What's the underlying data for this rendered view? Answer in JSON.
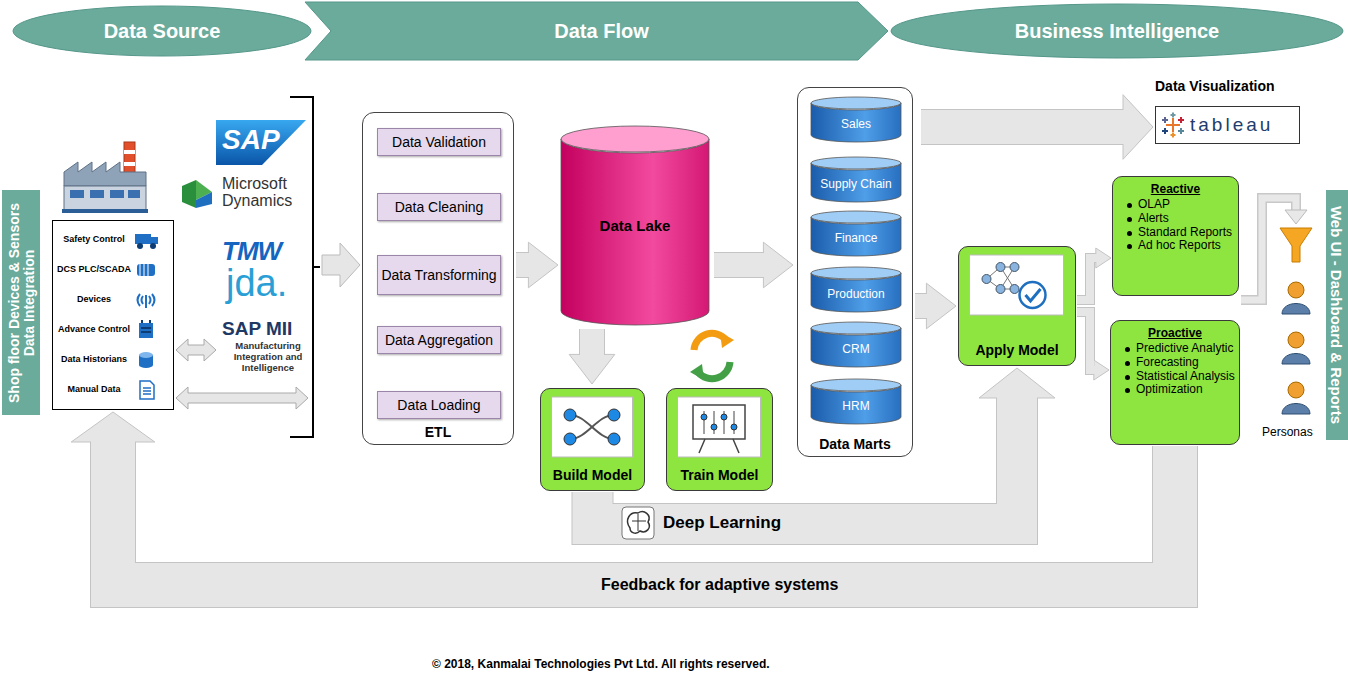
{
  "diagram": {
    "caption": "© 2018, Kanmalai Technologies Pvt Ltd. All rights reserved.",
    "nodes": [
      {
        "text": [
          "Data Source"
        ]
      },
      {
        "text": [
          "Data Flow"
        ]
      },
      {
        "text": [
          "Business Intelligence"
        ]
      },
      {
        "text": [
          "Shop floor Devices & Sensors Data Integration"
        ]
      },
      {
        "text": [
          "Safety Control",
          "DCS PLC/SCADA",
          "Devices",
          "Advance Control",
          "Data Historians",
          "Manual Data"
        ]
      },
      {
        "text": [
          "ETL"
        ]
      },
      {
        "text": [
          "Data Validation"
        ],
        "in": 5
      },
      {
        "text": [
          "Data Cleaning"
        ],
        "in": 5
      },
      {
        "text": [
          "Data Transforming"
        ],
        "in": 5
      },
      {
        "text": [
          "Data Aggregation"
        ],
        "in": 5
      },
      {
        "text": [
          "Data Loading"
        ],
        "in": 5
      },
      {
        "text": [
          "Data Lake"
        ]
      },
      {
        "text": [
          "Build Model"
        ]
      },
      {
        "text": [
          "Train Model"
        ]
      },
      {
        "text": [
          "Data Marts"
        ]
      },
      {
        "text": [
          "Sales"
        ],
        "in": 14
      },
      {
        "text": [
          "Supply Chain"
        ],
        "in": 14
      },
      {
        "text": [
          "Finance"
        ],
        "in": 14
      },
      {
        "text": [
          "Production"
        ],
        "in": 14
      },
      {
        "text": [
          "CRM"
        ],
        "in": 14
      },
      {
        "text": [
          "HRM"
        ],
        "in": 14
      },
      {
        "text": [
          "Apply Model"
        ]
      },
      {
        "text": [
          "Data Visualization",
          "tableau"
        ]
      },
      {
        "text": [
          "Reactive",
          "OLAP",
          "Alerts",
          "Standard Reports",
          "Ad hoc Reports"
        ]
      },
      {
        "text": [
          "Proactive",
          "Predictive Analytic",
          "Forecasting",
          "Statistical Analysis",
          "Optimization"
        ]
      },
      {
        "text": [
          "Web UI - Dashboard & Reports"
        ]
      }
    ],
    "edges": [
      {
        "from": 6,
        "to": 7,
        "arrow": "to"
      },
      {
        "from": 7,
        "to": 8,
        "arrow": "to"
      },
      {
        "from": 8,
        "to": 9,
        "arrow": "to"
      },
      {
        "from": 9,
        "to": 10,
        "arrow": "to"
      },
      {
        "from": 5,
        "to": 11,
        "arrow": "to"
      },
      {
        "from": 11,
        "to": 12,
        "arrow": "to"
      },
      {
        "from": 11,
        "to": 14,
        "arrow": "to"
      },
      {
        "from": 14,
        "to": 21,
        "arrow": "to"
      },
      {
        "from": 14,
        "to": 22,
        "arrow": "to"
      },
      {
        "from": 21,
        "to": 23,
        "arrow": "to"
      },
      {
        "from": 21,
        "to": 24,
        "arrow": "to"
      },
      {
        "from": 12,
        "to": 21,
        "label": "Deep Learning",
        "arrow": "to"
      },
      {
        "from": 24,
        "to": 4,
        "label": "Feedback for adaptive systems",
        "arrow": "to"
      }
    ],
    "labels": [
      "SAP",
      "Microsoft Dynamics",
      "TMW",
      "jda.",
      "SAP MII",
      "Manufacturing Integration and Intelligence",
      "Personas"
    ]
  }
}
